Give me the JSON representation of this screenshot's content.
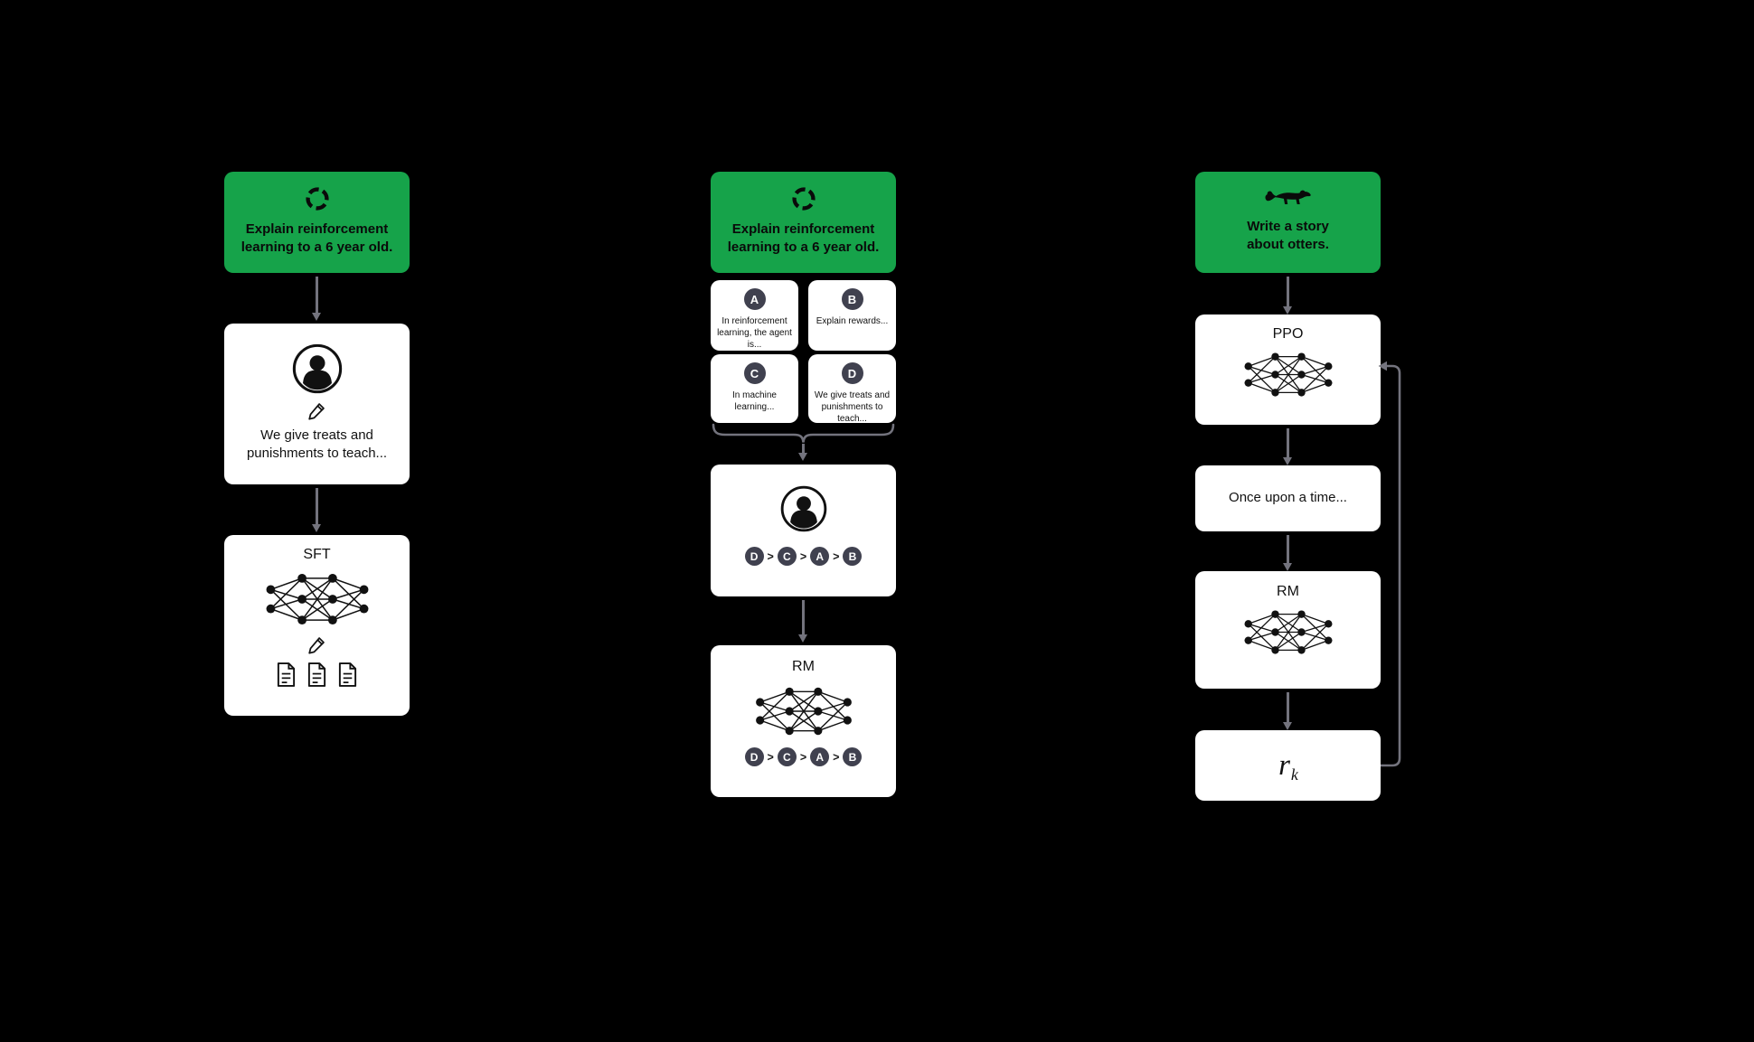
{
  "palette": {
    "background": "#000000",
    "prompt_green": "#16a34a",
    "card_white": "#ffffff",
    "arrow_gray": "#73737d",
    "badge_dark": "#40414f",
    "text_dark": "#111111"
  },
  "icons": {
    "step1_prompt": "cycle-icon",
    "step2_prompt": "cycle-icon",
    "step3_prompt": "otter-icon",
    "human": "person-icon",
    "write": "pencil-icon",
    "documents": "document-icon",
    "model": "neural-network-icon"
  },
  "step1": {
    "prompt": "Explain reinforcement learning to a 6 year old.",
    "demonstration": "We give treats and punishments to teach...",
    "model_label": "SFT"
  },
  "step2": {
    "prompt": "Explain reinforcement learning to a 6 year old.",
    "samples": [
      {
        "letter": "A",
        "text": "In reinforcement learning, the agent is..."
      },
      {
        "letter": "B",
        "text": "Explain rewards..."
      },
      {
        "letter": "C",
        "text": "In machine learning..."
      },
      {
        "letter": "D",
        "text": "We give treats and punishments to teach..."
      }
    ],
    "ranking": [
      "D",
      "C",
      "A",
      "B"
    ],
    "separator": ">",
    "model_label": "RM"
  },
  "step3": {
    "prompt": "Write a story about otters.",
    "policy_label": "PPO",
    "sample_output": "Once upon a time...",
    "reward_model_label": "RM",
    "reward": {
      "symbol": "r",
      "subscript": "k"
    }
  }
}
